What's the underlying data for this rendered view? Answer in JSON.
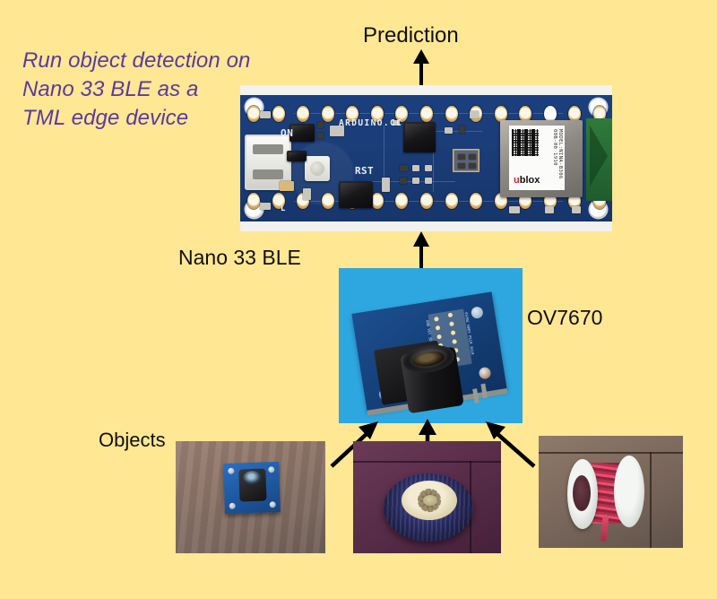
{
  "diagram": {
    "background_color": "#ffe793",
    "headline": {
      "color": "#5b3a9e",
      "line1": "Run object detection on",
      "line2": "Nano 33 BLE as a",
      "line3": "TML edge device"
    },
    "labels": {
      "prediction": "Prediction",
      "nano": "Nano 33 BLE",
      "ov7670": "OV7670",
      "objects": "Objects"
    },
    "board": {
      "silk_brand": "ARDUINO.CC",
      "silk_on": "ON",
      "silk_reset": "RST",
      "silk_led": "L",
      "module_brand": "blox",
      "module_text": "MODEL:NINA-B306  00B-00 1910"
    },
    "photos": [
      {
        "name": "arduino-nano-33-ble-board",
        "alt": "Arduino Nano 33 BLE development board"
      },
      {
        "name": "ov7670-camera-module",
        "alt": "OV7670 camera module on blue background"
      },
      {
        "name": "object-photo-camera-module",
        "alt": "Blue camera module on wooden table"
      },
      {
        "name": "object-photo-wheel",
        "alt": "Rubber wheel with cream hub on purple surface"
      },
      {
        "name": "object-photo-wire-spool",
        "alt": "Spool of red wire on wooden table"
      }
    ],
    "arrows": [
      {
        "name": "arrow-board-to-prediction",
        "from": "board",
        "to": "prediction"
      },
      {
        "name": "arrow-camera-to-board",
        "from": "ov7670",
        "to": "board"
      },
      {
        "name": "arrow-object1-to-camera",
        "from": "object-1",
        "to": "ov7670"
      },
      {
        "name": "arrow-object2-to-camera",
        "from": "object-2",
        "to": "ov7670"
      },
      {
        "name": "arrow-object3-to-camera",
        "from": "object-3",
        "to": "ov7670"
      }
    ]
  }
}
